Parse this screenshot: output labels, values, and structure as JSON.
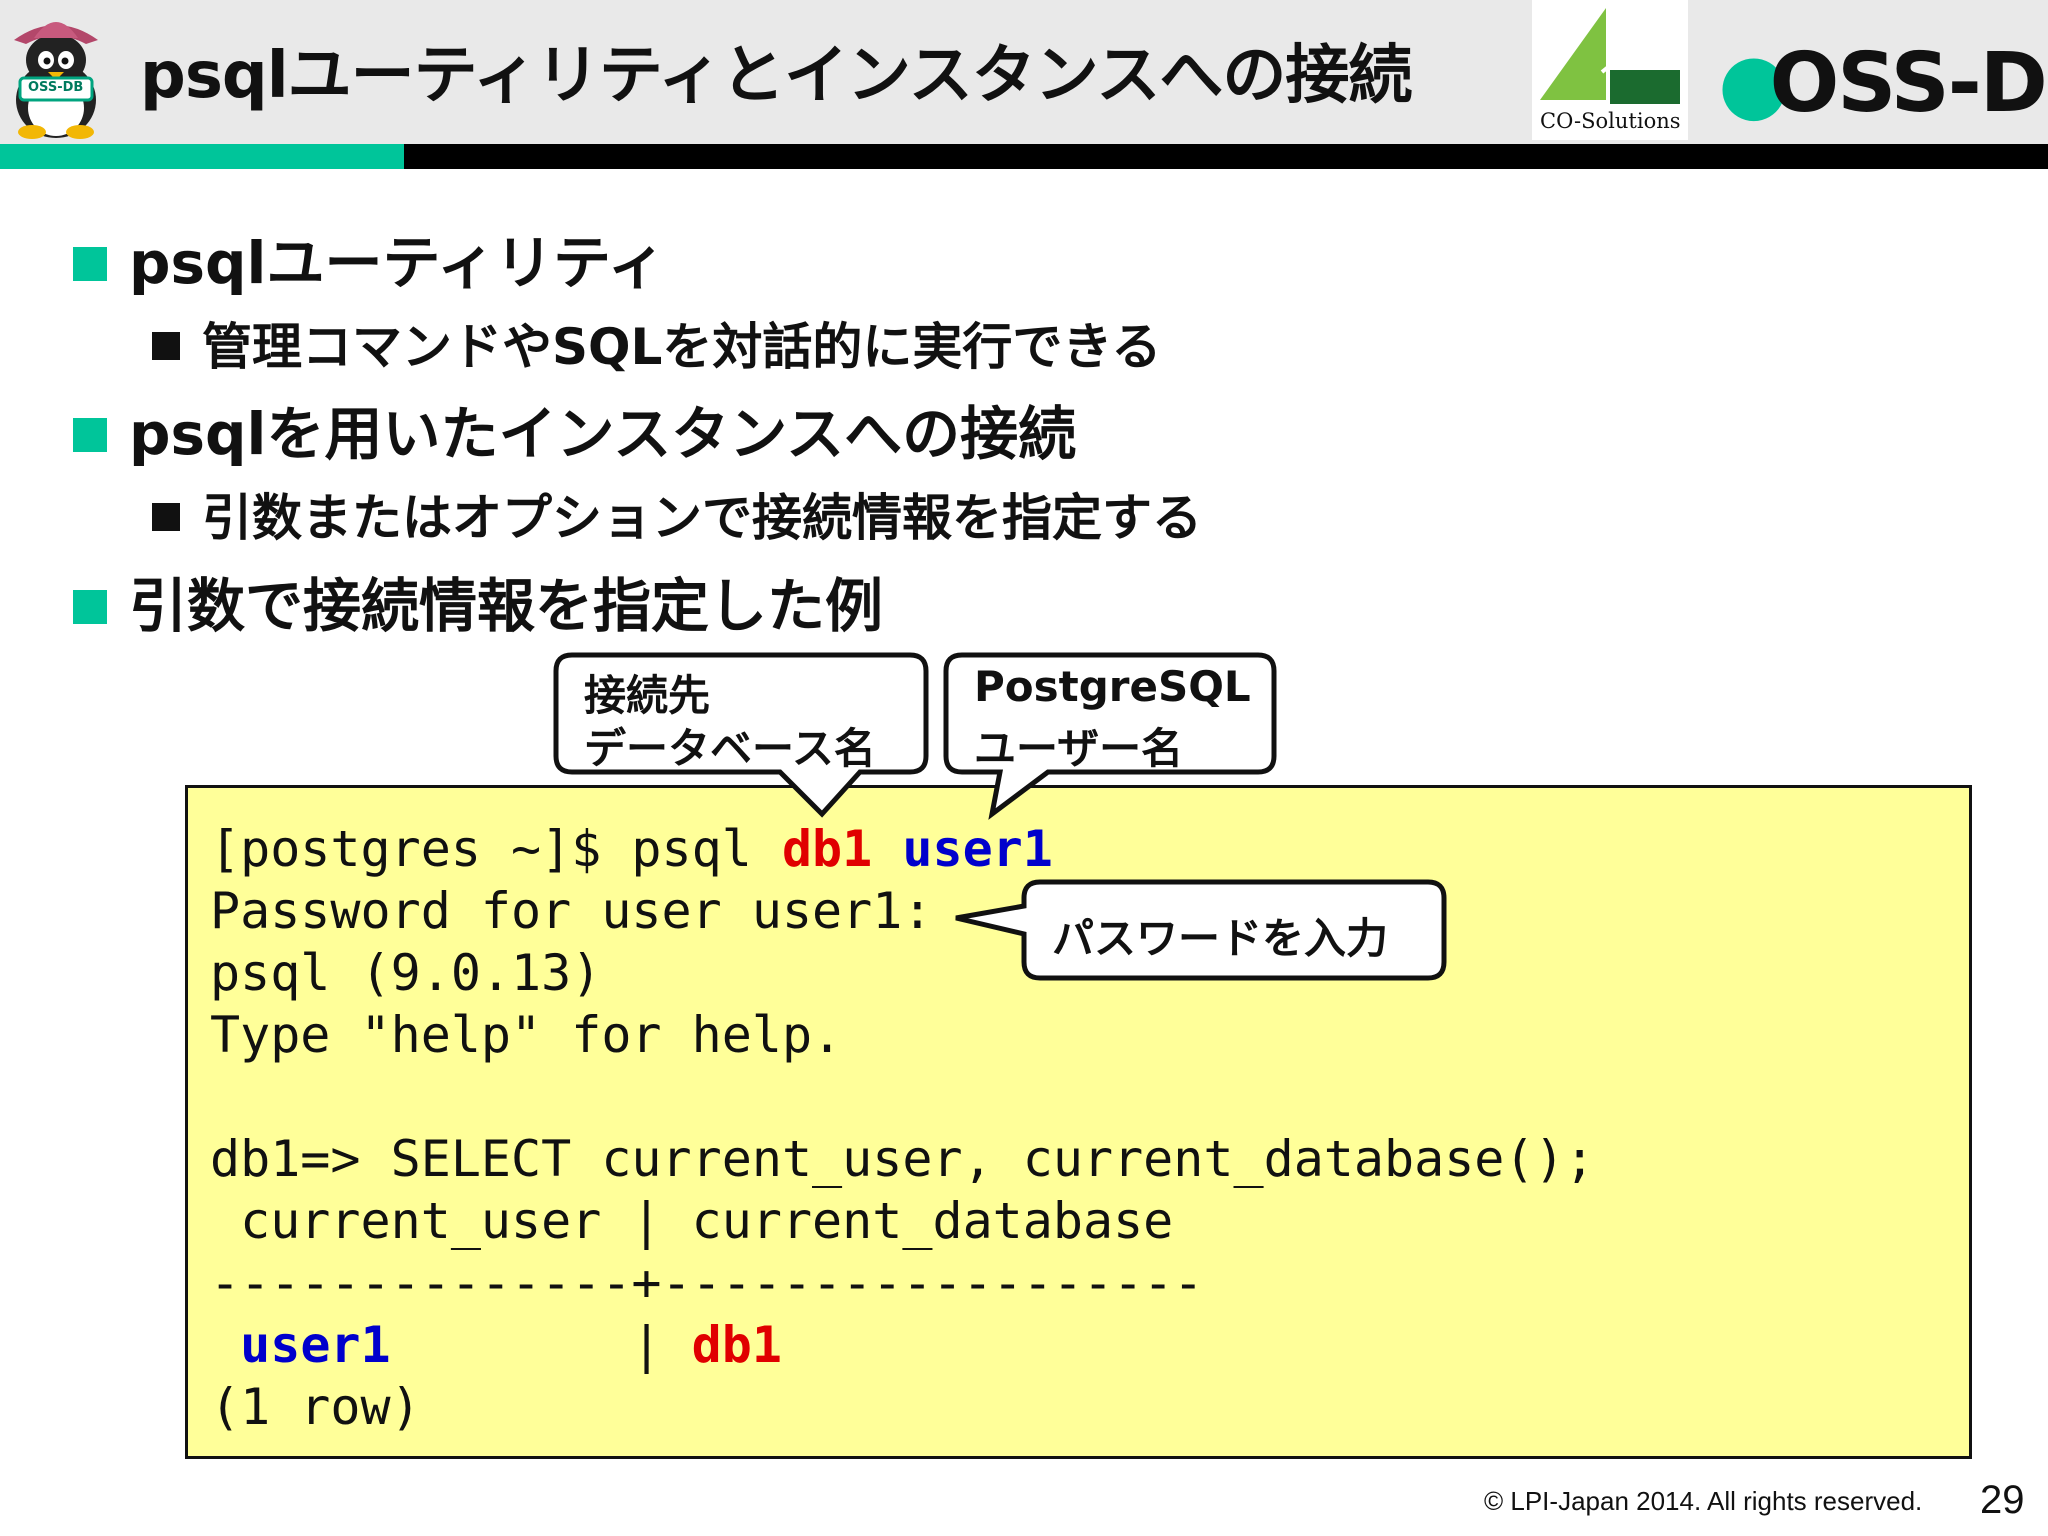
{
  "header": {
    "title": "psqlユーティリティとインスタンスへの接続",
    "co_logo_text": "CO-Solutions",
    "oss_logo_text": "OSS-DB",
    "mascot_badge_text": "OSS-DB",
    "colors": {
      "accent_green": "#00c59a",
      "header_bg": "#e9e9e9",
      "bar_black": "#000000"
    }
  },
  "bullets": [
    {
      "level": 1,
      "text": "psqlユーティリティ"
    },
    {
      "level": 2,
      "text": "管理コマンドやSQLを対話的に実行できる"
    },
    {
      "level": 1,
      "text": "psqlを用いたインスタンスへの接続"
    },
    {
      "level": 2,
      "text": "引数またはオプションで接続情報を指定する"
    },
    {
      "level": 1,
      "text": "引数で接続情報を指定した例"
    }
  ],
  "callouts": {
    "database": {
      "line1": "接続先",
      "line2": "データベース名"
    },
    "user": {
      "line1": "PostgreSQL",
      "line2": "ユーザー名"
    },
    "password": {
      "text": "パスワードを入力"
    }
  },
  "terminal": {
    "background": "#ffff99",
    "line1": {
      "prompt": "[postgres ~]$ psql ",
      "db": "db1",
      "space": " ",
      "user": "user1"
    },
    "line2": "Password for user user1:",
    "line3": "psql (9.0.13)",
    "line4": "Type \"help\" for help.",
    "line5": "db1=> SELECT current_user, current_database();",
    "line6": " current_user | current_database",
    "line7": "--------------+------------------",
    "line8": {
      "lead": " ",
      "user": "user1",
      "sep": "        | ",
      "db": "db1"
    },
    "line9": "(1 row)"
  },
  "footer": {
    "copyright": "© LPI-Japan 2014. All rights reserved.",
    "page_number": "29"
  }
}
